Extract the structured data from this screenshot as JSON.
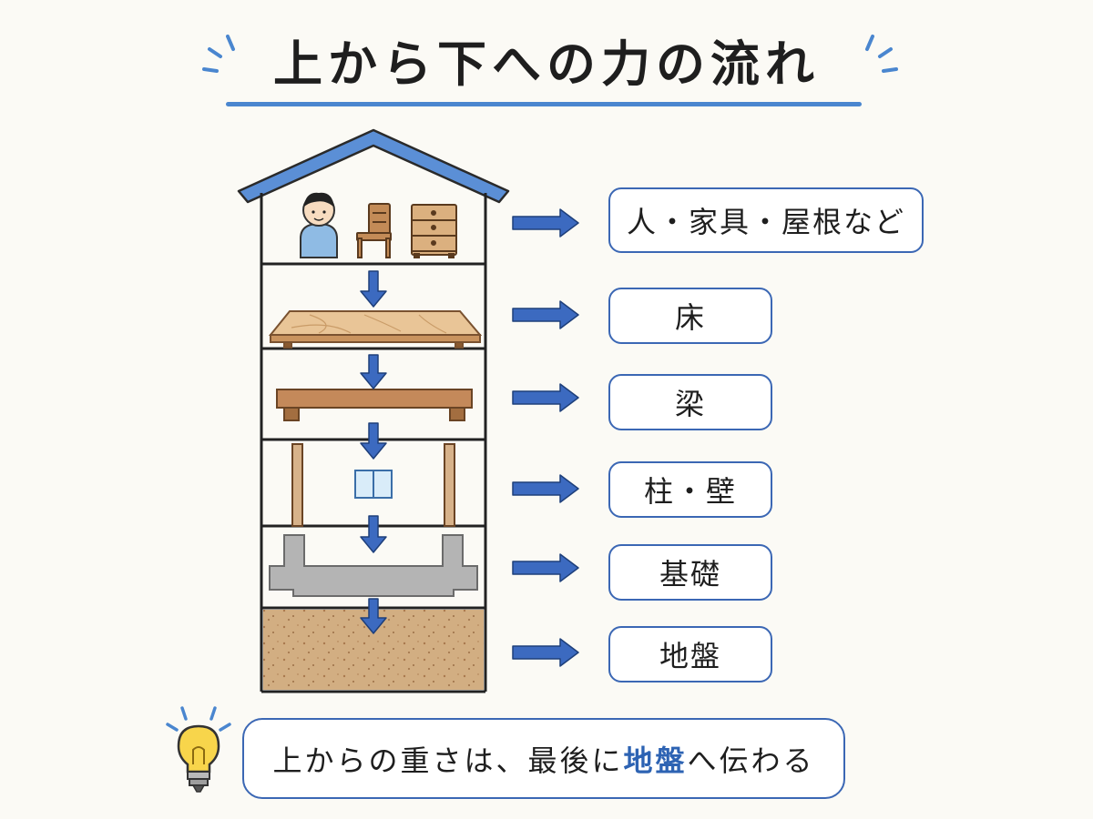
{
  "title": "上から下への力の流れ",
  "layers": [
    {
      "id": "load",
      "label": "人・家具・屋根など"
    },
    {
      "id": "floor",
      "label": "床"
    },
    {
      "id": "beam",
      "label": "梁"
    },
    {
      "id": "pillar",
      "label": "柱・壁"
    },
    {
      "id": "foundation",
      "label": "基礎"
    },
    {
      "id": "ground",
      "label": "地盤"
    }
  ],
  "summary": {
    "before": "上からの重さは、最後に",
    "highlight": "地盤",
    "after": "へ伝わる"
  },
  "icons": [
    "person-icon",
    "chair-icon",
    "dresser-icon",
    "floor-board-icon",
    "beam-icon",
    "pillar-icon",
    "window-icon",
    "foundation-icon",
    "soil-icon",
    "lightbulb-icon",
    "sparkle-icon",
    "arrow-down-icon",
    "arrow-right-icon"
  ],
  "colors": {
    "accent": "#3b67b4",
    "roof": "#5b8fd6",
    "wood": "#d8a878",
    "concrete": "#b0b0b0",
    "soil": "#d2ae82"
  }
}
